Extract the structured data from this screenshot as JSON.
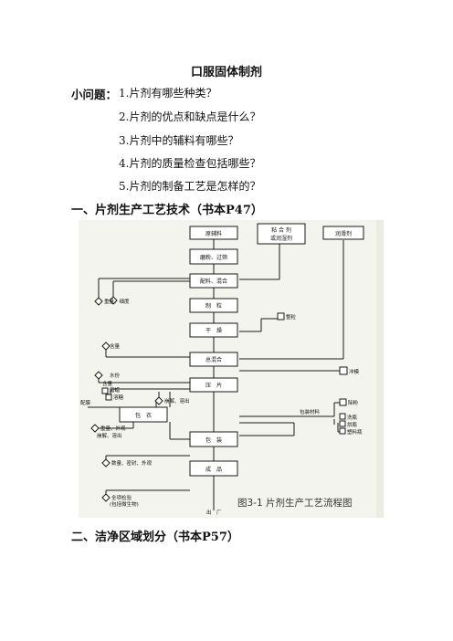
{
  "doc": {
    "title": "口服固体制剂",
    "questions_label": "小问题：",
    "questions": [
      "1.片剂有哪些种类？",
      "2.片剂的优点和缺点是什么？",
      "3.片剂中的辅料有哪些？",
      "4.片剂的质量检查包括哪些？",
      "5.片剂的制备工艺是怎样的？"
    ],
    "section1": "一、片剂生产工艺技术（书本P47）",
    "section2": "二、洁净区域划分（书本P57）"
  },
  "figure": {
    "caption": "图3-1 片剂生产工艺流程图",
    "main_steps": [
      "原辅料",
      "磨粉、过筛",
      "配料、混合",
      "制　粒",
      "干　燥",
      "总混合",
      "压　片",
      "包　衣",
      "包　装",
      "成　品"
    ],
    "top_inputs": [
      "粘 合 剂",
      "或润湿剂",
      "润滑剂"
    ],
    "side_notes": [
      "重量、细度",
      "含量",
      "整粒",
      "水份",
      "冲模",
      "含量",
      "磨蜡",
      "配膜",
      "溶糖",
      "崩解、溶出",
      "除粉",
      "包装材料",
      "洗瓶",
      "烘瓶",
      "塑料瓶",
      "重量、外观",
      "崩解、溶出",
      "数量、密封、外观",
      "全项检验",
      "(包括微生物)",
      "出　厂"
    ]
  }
}
